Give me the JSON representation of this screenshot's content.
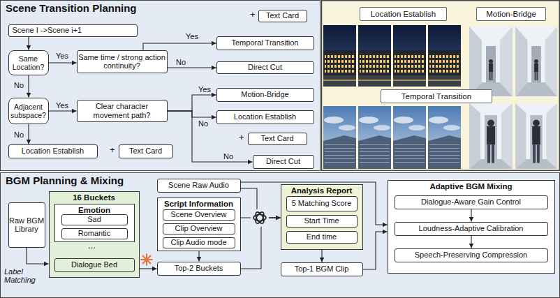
{
  "diagram": {
    "nodes": [
      {
        "text": [
          "Scene Transition Planning"
        ]
      },
      {
        "text": [
          "Scene I ->Scene i+1"
        ],
        "in": 0
      },
      {
        "text": [
          "Same Location?"
        ],
        "in": 0
      },
      {
        "text": [
          "Same time / strong action continuity?"
        ],
        "in": 0
      },
      {
        "text": [
          "Text Card"
        ],
        "in": 0
      },
      {
        "text": [
          "Temporal Transition"
        ],
        "in": 0
      },
      {
        "text": [
          "Direct Cut"
        ],
        "in": 0
      },
      {
        "text": [
          "Adjacent subspace?"
        ],
        "in": 0
      },
      {
        "text": [
          "Clear character movement path?"
        ],
        "in": 0
      },
      {
        "text": [
          "Motion-Bridge"
        ],
        "in": 0
      },
      {
        "text": [
          "Location Establish"
        ],
        "in": 0
      },
      {
        "text": [
          "Text Card"
        ],
        "in": 0
      },
      {
        "text": [
          "Location Establish"
        ],
        "in": 0
      },
      {
        "text": [
          "Text Card"
        ],
        "in": 0
      },
      {
        "text": [
          "Direct Cut"
        ],
        "in": 0
      },
      {
        "text": [
          "Location Establish"
        ]
      },
      {
        "text": [
          "Motion-Bridge"
        ]
      },
      {
        "text": [
          "Temporal Transition"
        ]
      },
      {
        "text": [
          "BGM Planning & Mixing"
        ]
      },
      {
        "text": [
          "Raw BGM Library"
        ],
        "in": 18
      },
      {
        "text": [
          "16 Buckets"
        ],
        "in": 18
      },
      {
        "text": [
          "Emotion"
        ],
        "in": 20
      },
      {
        "text": [
          "Sad"
        ],
        "in": 21
      },
      {
        "text": [
          "Romantic"
        ],
        "in": 21
      },
      {
        "text": [
          "Dialogue Bed"
        ],
        "in": 20
      },
      {
        "text": [
          "Scene Raw Audio"
        ],
        "in": 18
      },
      {
        "text": [
          "Script Information"
        ],
        "in": 18
      },
      {
        "text": [
          "Scene Overview"
        ],
        "in": 26
      },
      {
        "text": [
          "Clip Overview"
        ],
        "in": 26
      },
      {
        "text": [
          "Clip Audio mode"
        ],
        "in": 26
      },
      {
        "text": [
          "Top-2 Buckets"
        ],
        "in": 18
      },
      {
        "text": [
          "Analysis Report"
        ],
        "in": 18
      },
      {
        "text": [
          "5 Matching Score"
        ],
        "in": 31
      },
      {
        "text": [
          "Start Time"
        ],
        "in": 31
      },
      {
        "text": [
          "End time"
        ],
        "in": 31
      },
      {
        "text": [
          "Top-1 BGM Clip"
        ],
        "in": 18
      },
      {
        "text": [
          "Adaptive BGM Mixing"
        ],
        "in": 18
      },
      {
        "text": [
          "Dialogue-Aware Gain Control"
        ],
        "in": 36
      },
      {
        "text": [
          "Loudness-Adaptive Calibration"
        ],
        "in": 36
      },
      {
        "text": [
          "Speech-Preserving Compression"
        ],
        "in": 36
      }
    ],
    "edges": [
      {
        "from": 1,
        "to": 2,
        "arrow": "to"
      },
      {
        "from": 2,
        "to": 3,
        "label": "Yes",
        "arrow": "to"
      },
      {
        "from": 2,
        "to": 7,
        "label": "No",
        "arrow": "to"
      },
      {
        "from": 3,
        "to": 5,
        "label": "Yes",
        "arrow": "to"
      },
      {
        "from": 3,
        "to": 6,
        "label": "No",
        "arrow": "to"
      },
      {
        "from": 7,
        "to": 8,
        "label": "Yes",
        "arrow": "to"
      },
      {
        "from": 7,
        "to": 12,
        "label": "No",
        "arrow": "to"
      },
      {
        "from": 8,
        "to": 9,
        "label": "Yes",
        "arrow": "to"
      },
      {
        "from": 8,
        "to": 10,
        "label": "No",
        "arrow": "to"
      },
      {
        "from": 8,
        "to": 14,
        "label": "No",
        "arrow": "to"
      },
      {
        "from": 19,
        "to": 20,
        "label": "Label Matching",
        "arrow": "to"
      },
      {
        "from": 20,
        "to": 30,
        "arrow": "to"
      },
      {
        "from": 26,
        "to": 30,
        "arrow": "to"
      },
      {
        "from": 25,
        "to": 31,
        "arrow": "to"
      },
      {
        "from": 26,
        "to": 31,
        "arrow": "to"
      },
      {
        "from": 30,
        "to": 31,
        "arrow": "to"
      },
      {
        "from": 31,
        "to": 35,
        "arrow": "to"
      },
      {
        "from": 25,
        "to": 36,
        "arrow": "to"
      },
      {
        "from": 35,
        "to": 36,
        "arrow": "to"
      },
      {
        "from": 37,
        "to": 38,
        "arrow": "to"
      },
      {
        "from": 38,
        "to": 39,
        "arrow": "to"
      }
    ],
    "labels": [
      "+",
      "+",
      "+",
      "..."
    ]
  }
}
